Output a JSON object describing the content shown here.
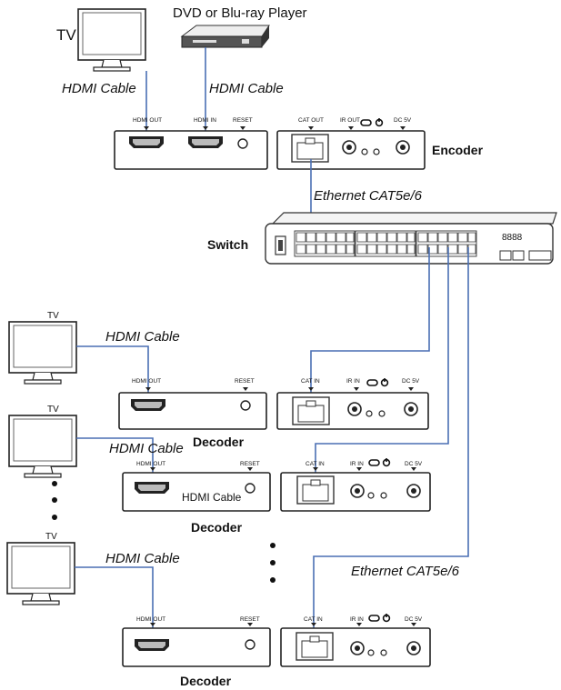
{
  "labels": {
    "tv": "TV",
    "dvd": "DVD or Blu-ray Player",
    "hdmi_cable": "HDMI Cable",
    "hdmi_cable_plain": "HDMI Cable",
    "encoder": "Encoder",
    "decoder": "Decoder",
    "switch": "Switch",
    "ethernet": "Ethernet CAT5e/6",
    "switch_badge": "8888"
  },
  "ports": {
    "hdmi_out": "HDMI OUT",
    "hdmi_in": "HDMI IN",
    "reset": "RESET",
    "cat_out": "CAT OUT",
    "cat_in": "CAT IN",
    "ir_out": "IR OUT",
    "ir_in": "IR IN",
    "dc": "DC 5V"
  }
}
